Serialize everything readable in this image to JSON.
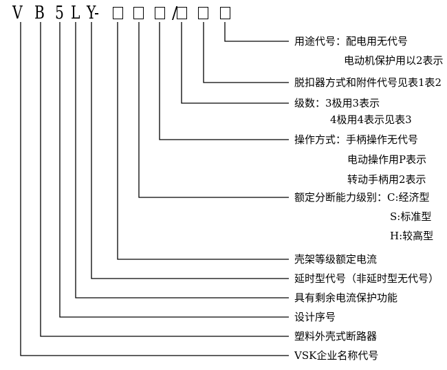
{
  "code": {
    "chars": [
      "V",
      "B",
      "5",
      "L",
      "Y-"
    ],
    "slash": "/"
  },
  "fields": [
    {
      "label": "用途代号：配电用无代号",
      "extra": [
        "电动机保护用以2表示"
      ]
    },
    {
      "label": "脱扣器方式和附件代号见表1表2",
      "extra": []
    },
    {
      "label": "级数：3极用3表示",
      "extra": [
        "4极用4表示见表3"
      ]
    },
    {
      "label": "操作方式：手柄操作无代号",
      "extra": [
        "电动操作用P表示",
        "转动手柄用2表示"
      ]
    },
    {
      "label": "额定分断能力级别：C:经济型",
      "extra": [
        "S:标准型",
        "H:较高型"
      ]
    },
    {
      "label": "壳架等级额定电流",
      "extra": []
    },
    {
      "label": "延时型代号（非延时型无代号）",
      "extra": []
    },
    {
      "label": "具有剩余电流保护功能",
      "extra": []
    },
    {
      "label": "设计序号",
      "extra": []
    },
    {
      "label": "塑料外壳式断路器",
      "extra": []
    },
    {
      "label": "VSK企业名称代号",
      "extra": []
    }
  ]
}
